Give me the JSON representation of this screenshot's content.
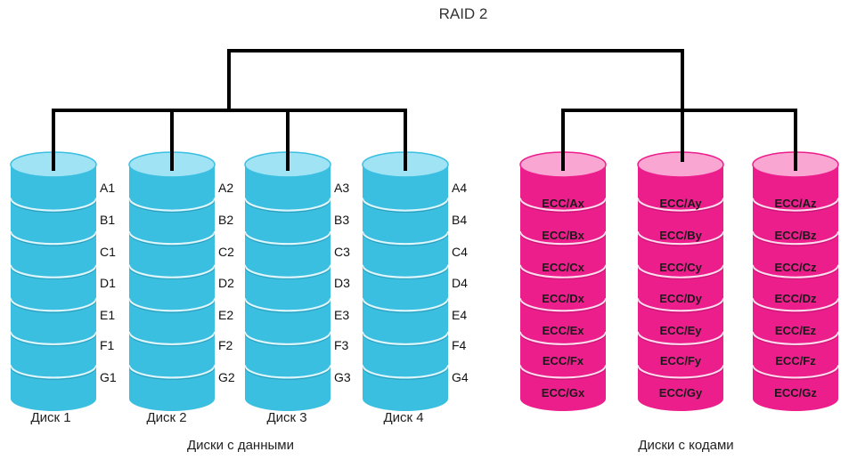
{
  "title": "RAID 2",
  "data_disks": [
    {
      "label": "Диск 1",
      "blocks": [
        "A1",
        "B1",
        "C1",
        "D1",
        "E1",
        "F1",
        "G1"
      ]
    },
    {
      "label": "Диск 2",
      "blocks": [
        "A2",
        "B2",
        "C2",
        "D2",
        "E2",
        "F2",
        "G2"
      ]
    },
    {
      "label": "Диск 3",
      "blocks": [
        "A3",
        "B3",
        "C3",
        "D3",
        "E3",
        "F3",
        "G3"
      ]
    },
    {
      "label": "Диск 4",
      "blocks": [
        "A4",
        "B4",
        "C4",
        "D4",
        "E4",
        "F4",
        "G4"
      ]
    }
  ],
  "ecc_disks": [
    {
      "blocks": [
        "ECC/Ax",
        "ECC/Bx",
        "ECC/Cx",
        "ECC/Dx",
        "ECC/Ex",
        "ECC/Fx",
        "ECC/Gx"
      ]
    },
    {
      "blocks": [
        "ECC/Ay",
        "ECC/By",
        "ECC/Cy",
        "ECC/Dy",
        "ECC/Ey",
        "ECC/Fy",
        "ECC/Gy"
      ]
    },
    {
      "blocks": [
        "ECC/Az",
        "ECC/Bz",
        "ECC/Cz",
        "ECC/Dz",
        "ECC/Ez",
        "ECC/Fz",
        "ECC/Gz"
      ]
    }
  ],
  "groups": {
    "data_label": "Диски с данными",
    "ecc_label": "Диски с кодами"
  },
  "colors": {
    "data_disk": "#3bbfe0",
    "data_disk_light": "#9fe3f5",
    "ecc_disk": "#ec1e8c",
    "ecc_disk_light": "#f9a6d2",
    "connector": "#000000"
  }
}
